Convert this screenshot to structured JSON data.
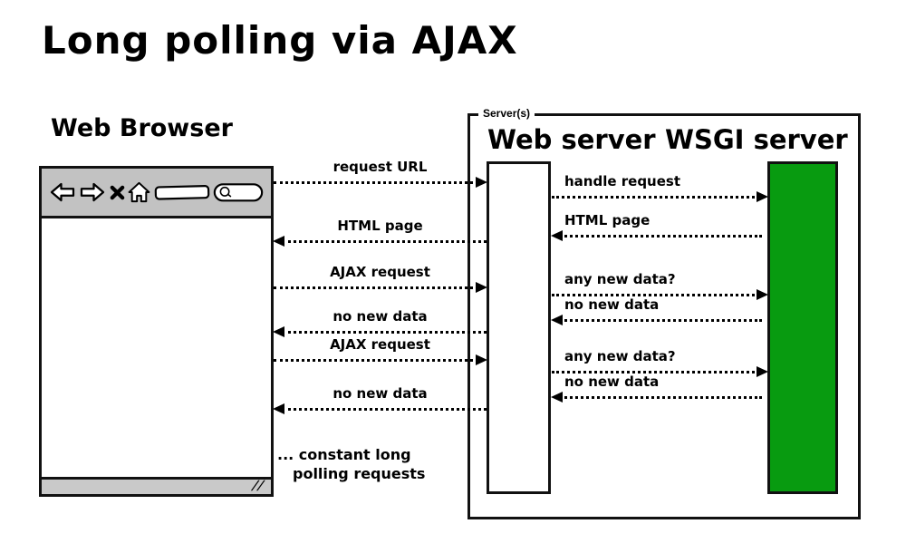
{
  "title": "Long polling via AJAX",
  "colors": {
    "wsgi_green": "#089B10",
    "toolbar_gray": "#C2C2C2",
    "statusbar_gray": "#C9C9C9",
    "ink": "#000000"
  },
  "browser": {
    "heading": "Web Browser",
    "toolbar_icons": [
      "back-arrow",
      "forward-arrow",
      "stop-x",
      "home",
      "address-bar",
      "search-box"
    ],
    "statusbar_resize_glyph": "//"
  },
  "servers_group": {
    "legend": "Server(s)",
    "web_server_label": "Web server",
    "wsgi_server_label": "WSGI server"
  },
  "messages_browser_to_webserver": [
    {
      "label": "request URL",
      "direction": "right"
    },
    {
      "label": "HTML page",
      "direction": "left"
    },
    {
      "label": "AJAX request",
      "direction": "right"
    },
    {
      "label": "no new data",
      "direction": "left"
    },
    {
      "label": "AJAX request",
      "direction": "right"
    },
    {
      "label": "no new data",
      "direction": "left"
    }
  ],
  "messages_webserver_to_wsgi": [
    {
      "label": "handle request",
      "direction": "right"
    },
    {
      "label": "HTML page",
      "direction": "left"
    },
    {
      "label": "any new data?",
      "direction": "right"
    },
    {
      "label": "no new data",
      "direction": "left"
    },
    {
      "label": "any new data?",
      "direction": "right"
    },
    {
      "label": "no new data",
      "direction": "left"
    }
  ],
  "annotation": {
    "line1": "... constant long",
    "line2": "polling requests"
  }
}
